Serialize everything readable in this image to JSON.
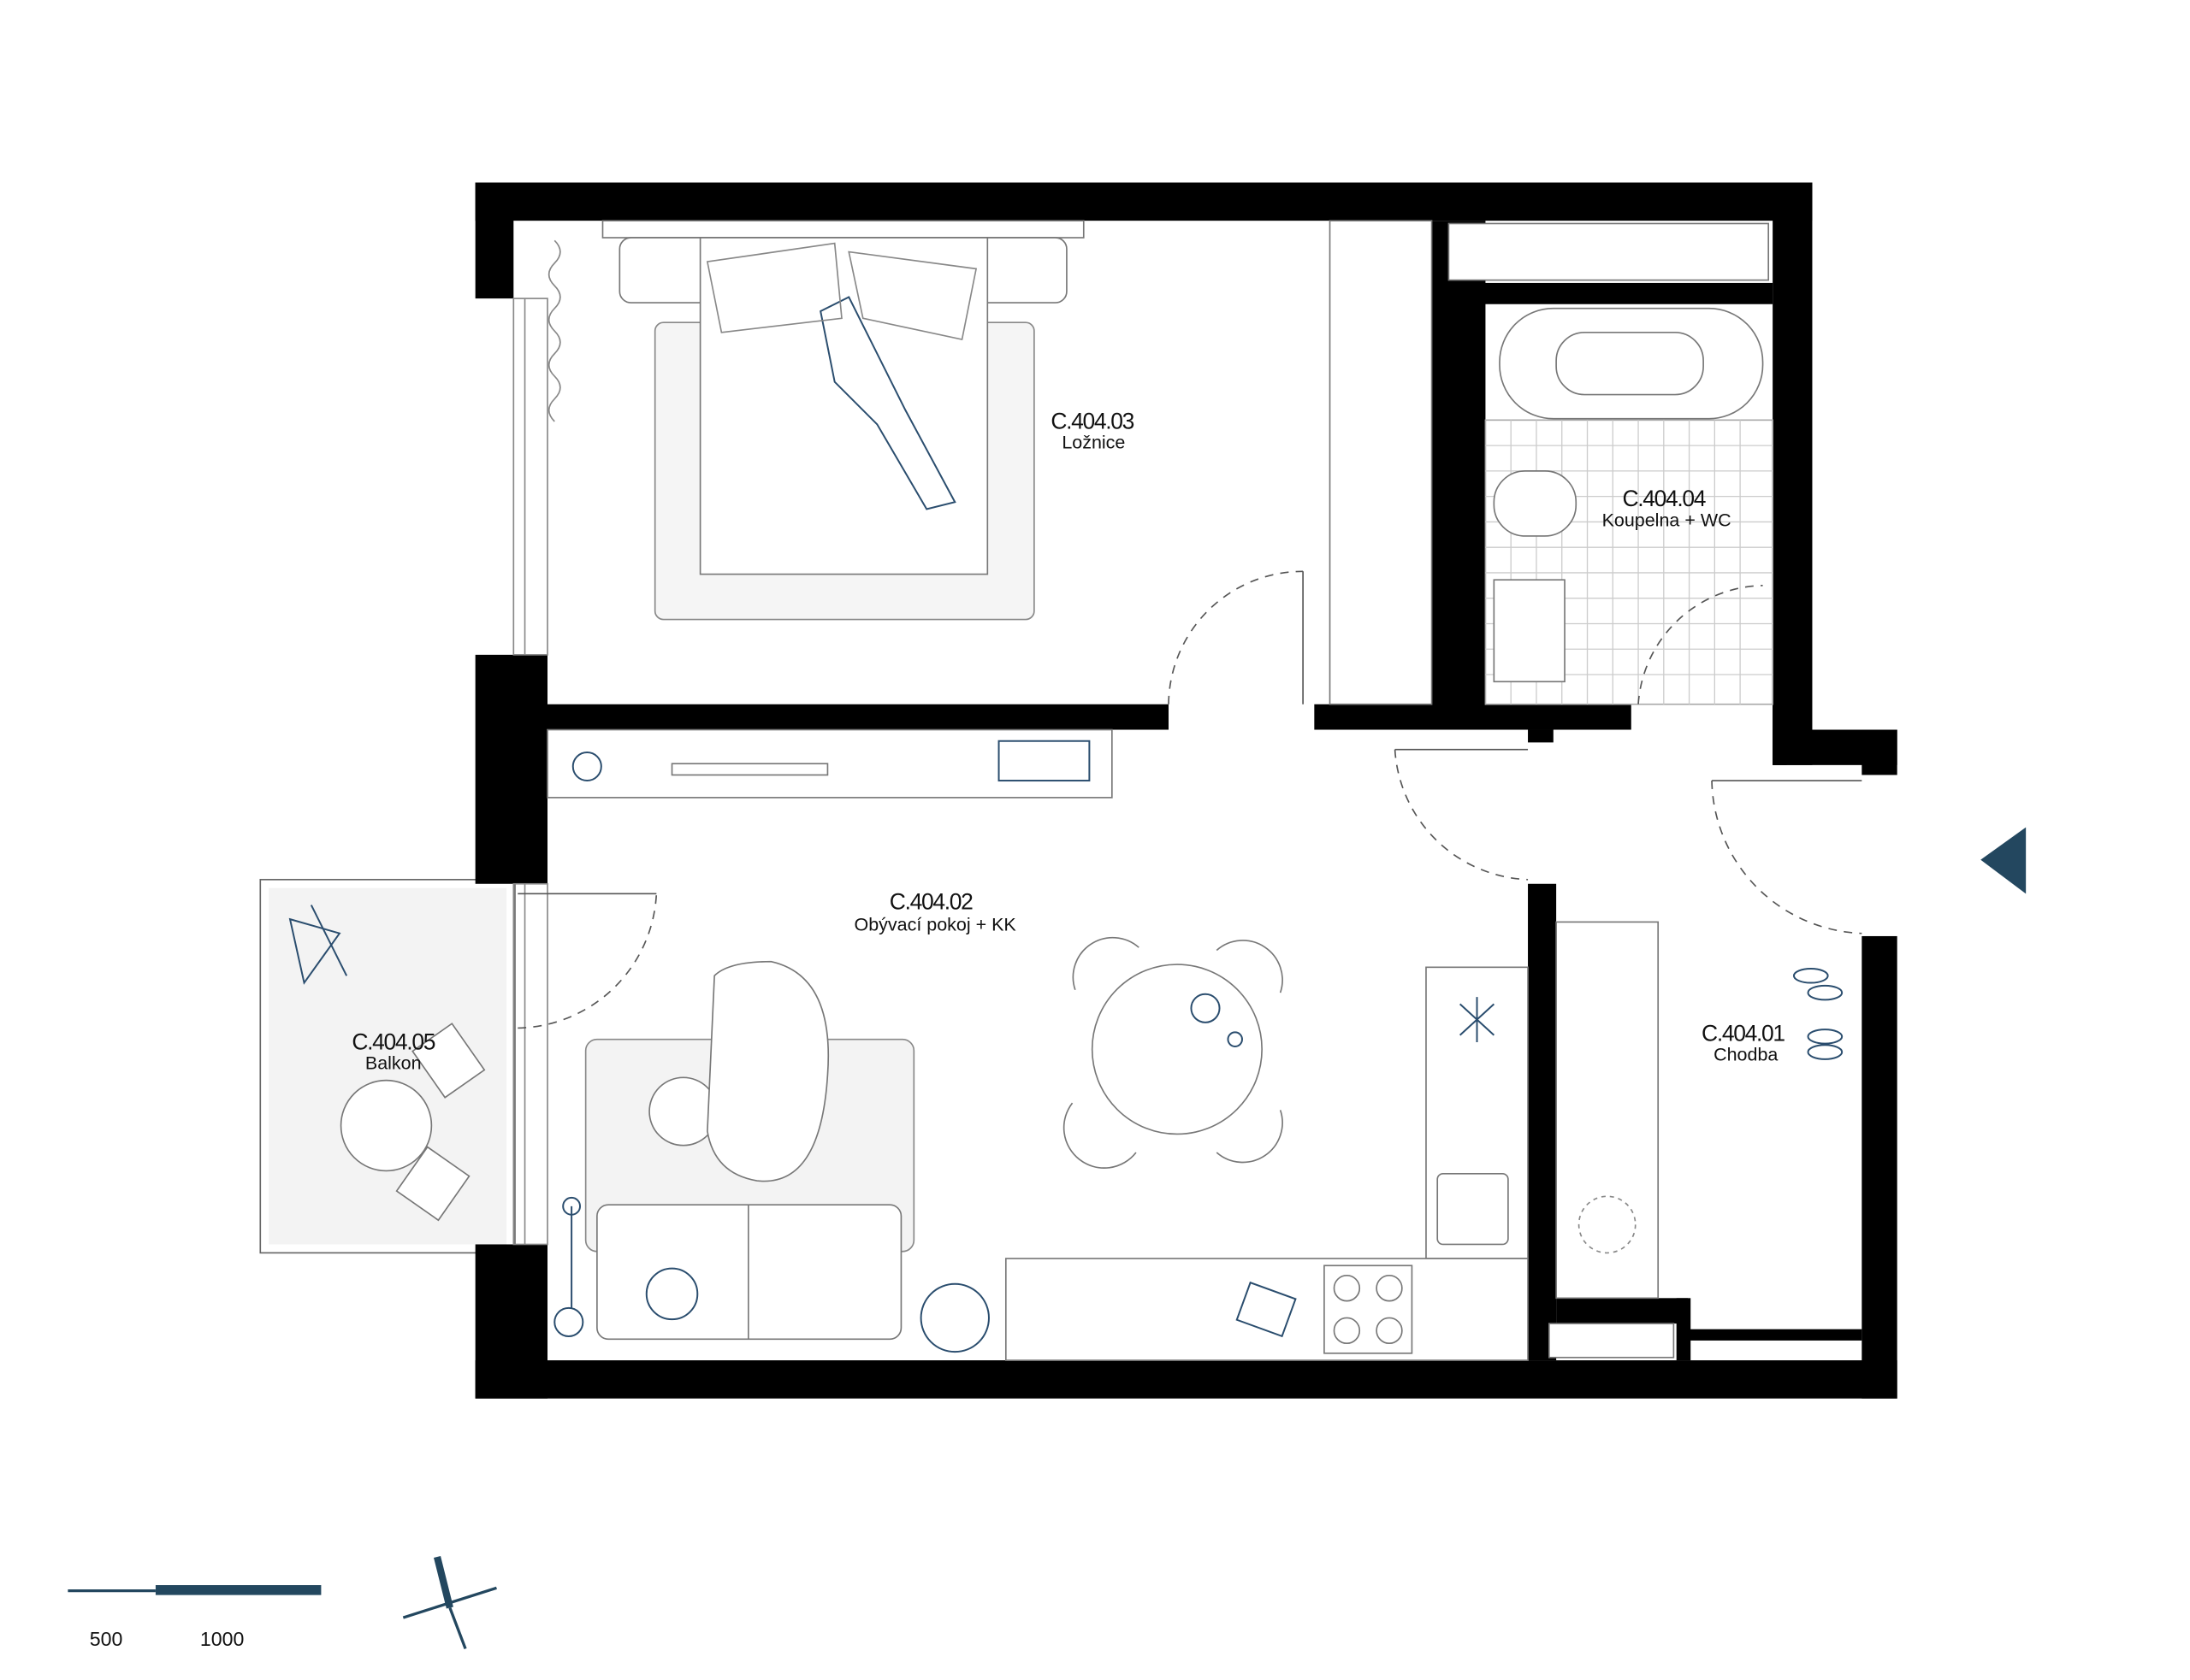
{
  "rooms": [
    {
      "code": "C.404.03",
      "name": "Ložnice"
    },
    {
      "code": "C.404.04",
      "name": "Koupelna + WC"
    },
    {
      "code": "C.404.02",
      "name": "Obývací pokoj + KK"
    },
    {
      "code": "C.404.05",
      "name": "Balkon"
    },
    {
      "code": "C.404.01",
      "name": "Chodba"
    }
  ],
  "scale_bar": {
    "labels": [
      "500",
      "1000"
    ]
  },
  "colors": {
    "accent": "#23475f",
    "wall": "#000000"
  },
  "icons": [
    "north-arrow-icon",
    "entrance-arrow-icon"
  ]
}
